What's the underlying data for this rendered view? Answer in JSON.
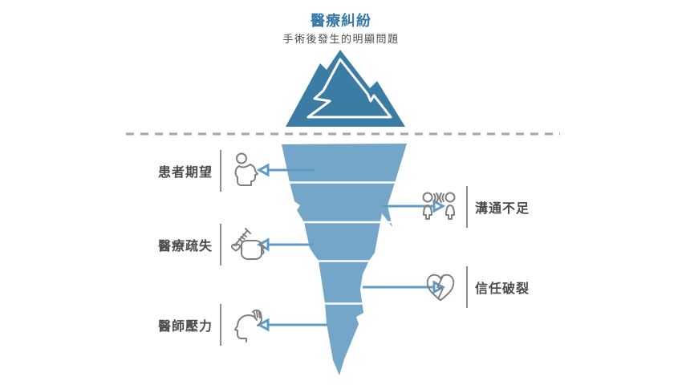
{
  "title": "醫療糾紛",
  "subtitle": "手術後發生的明顯問題",
  "left_labels": [
    {
      "label": "患者期望",
      "icon": "expectation-head-icon"
    },
    {
      "label": "醫療疏失",
      "icon": "fist-syringe-icon"
    },
    {
      "label": "醫師壓力",
      "icon": "stressed-head-icon"
    }
  ],
  "right_labels": [
    {
      "label": "溝通不足",
      "icon": "talking-people-icon"
    },
    {
      "label": "信任破裂",
      "icon": "broken-heart-icon"
    }
  ],
  "colors": {
    "title": "#3579a8",
    "iceberg_above": "#3b7ca4",
    "iceberg_below": "#74a6c9",
    "arrow": "#5f9cc5",
    "waterline": "#a6a6a6",
    "label_text": "#4c4c4c",
    "divider": "#8f8f8f",
    "icon": "#7f7f7f"
  }
}
